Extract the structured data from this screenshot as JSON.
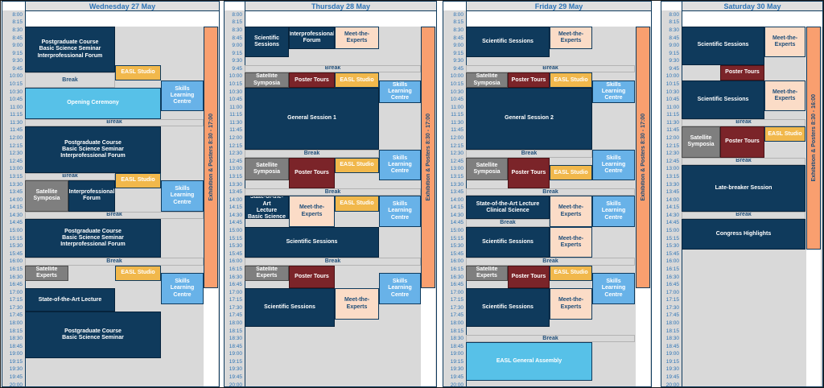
{
  "time_labels": [
    "8:00",
    "8:15",
    "8:30",
    "8:45",
    "9:00",
    "9:15",
    "9:30",
    "9:45",
    "10:00",
    "10:15",
    "10:30",
    "10:45",
    "11:00",
    "11:15",
    "11:30",
    "11:45",
    "12:00",
    "12:15",
    "12:30",
    "12:45",
    "13:00",
    "13:15",
    "13:30",
    "13:45",
    "14:00",
    "14:15",
    "14:30",
    "14:45",
    "15:00",
    "15:15",
    "15:30",
    "15:45",
    "16:00",
    "16:15",
    "16:30",
    "16:45",
    "17:00",
    "17:15",
    "17:30",
    "17:45",
    "18:00",
    "18:15",
    "18:30",
    "18:45",
    "19:00",
    "19:15",
    "19:30",
    "19:45",
    "20:00"
  ],
  "colors": {
    "session_navy": "#0f3a5c",
    "satellite_gray": "#7f7f7f",
    "poster_maroon": "#7b2429",
    "easl_gold": "#f1b84c",
    "skills_blue": "#68b2e8",
    "meet_experts_peach": "#fbdcc7",
    "ceremony_cyan": "#57c1e8",
    "exhibition_orange": "#f99f6f",
    "background_gray": "#d9d9d9",
    "text_blue": "#2e74b5",
    "text_navy": "#1f4e79"
  },
  "panels": [
    {
      "title": "Wednesday 27 May",
      "exhibition": {
        "label": "Exhibition & Posters 8:30 - 17:00",
        "start": "8:30",
        "end": "17:00"
      },
      "events": [
        {
          "label": "Postgraduate Course\nBasic Science Seminar\nInterprofessional Forum",
          "start": "8:30",
          "end": "10:00",
          "cols": [
            1,
            2
          ],
          "type": "session"
        },
        {
          "label": "EASL Studio",
          "start": "9:45",
          "end": "10:15",
          "cols": [
            3,
            3
          ],
          "type": "easl"
        },
        {
          "label": "Break",
          "start": "10:00",
          "end": "10:30",
          "cols": [
            1,
            2
          ],
          "type": "break"
        },
        {
          "label": "Skills Learning Centre",
          "start": "10:15",
          "end": "11:15",
          "cols": [
            4,
            4
          ],
          "type": "skills"
        },
        {
          "label": "Opening Ceremony",
          "start": "10:30",
          "end": "11:30",
          "cols": [
            1,
            3
          ],
          "type": "ceremony"
        },
        {
          "label": "Break",
          "start": "11:30",
          "end": "11:45",
          "cols": [
            1,
            4
          ],
          "type": "break"
        },
        {
          "label": "Postgraduate Course\nBasic Science Seminar\nInterprofessional Forum",
          "start": "11:45",
          "end": "13:15",
          "cols": [
            1,
            3
          ],
          "type": "session"
        },
        {
          "label": "Break",
          "start": "13:15",
          "end": "13:30",
          "cols": [
            1,
            2
          ],
          "type": "break"
        },
        {
          "label": "EASL Studio",
          "start": "13:15",
          "end": "13:45",
          "cols": [
            3,
            3
          ],
          "type": "easl"
        },
        {
          "label": "Satellite\nSymposia",
          "start": "13:30",
          "end": "14:30",
          "cols": [
            1,
            1
          ],
          "type": "satellite"
        },
        {
          "label": "Interprofessional\nForum",
          "start": "13:30",
          "end": "14:30",
          "cols": [
            2,
            2
          ],
          "type": "session"
        },
        {
          "label": "Skills Learning\nCentre",
          "start": "13:30",
          "end": "14:30",
          "cols": [
            4,
            4
          ],
          "type": "skills"
        },
        {
          "label": "Break",
          "start": "14:30",
          "end": "14:45",
          "cols": [
            1,
            4
          ],
          "type": "break"
        },
        {
          "label": "Postgraduate Course\nBasic Science Seminar\nInterprofessional Forum",
          "start": "14:45",
          "end": "16:00",
          "cols": [
            1,
            3
          ],
          "type": "session"
        },
        {
          "label": "Break",
          "start": "16:00",
          "end": "16:15",
          "cols": [
            1,
            4
          ],
          "type": "break"
        },
        {
          "label": "Satellite Experts",
          "start": "16:15",
          "end": "16:45",
          "cols": [
            1,
            1
          ],
          "type": "satellite"
        },
        {
          "label": "EASL Studio",
          "start": "16:15",
          "end": "16:45",
          "cols": [
            3,
            3
          ],
          "type": "easl"
        },
        {
          "label": "Skills Learning\nCentre",
          "start": "16:30",
          "end": "17:30",
          "cols": [
            4,
            4
          ],
          "type": "skills"
        },
        {
          "label": "State-of-the-Art Lecture",
          "start": "17:00",
          "end": "17:45",
          "cols": [
            1,
            2
          ],
          "type": "session"
        },
        {
          "label": "Postgraduate Course\nBasic Science Seminar",
          "start": "17:45",
          "end": "19:15",
          "cols": [
            1,
            3
          ],
          "type": "session"
        }
      ]
    },
    {
      "title": "Thursday 28 May",
      "exhibition": {
        "label": "Exhibition & Posters 8:30 - 17:00",
        "start": "8:30",
        "end": "17:00"
      },
      "events": [
        {
          "label": "Scientific\nSessions",
          "start": "8:30",
          "end": "9:30",
          "cols": [
            1,
            1
          ],
          "type": "session"
        },
        {
          "label": "Interprofessional\nForum",
          "start": "8:30",
          "end": "9:15",
          "cols": [
            2,
            2
          ],
          "type": "session"
        },
        {
          "label": "Meet-the-Experts",
          "start": "8:30",
          "end": "9:15",
          "cols": [
            3,
            3
          ],
          "type": "mte"
        },
        {
          "label": "Break",
          "start": "9:45",
          "end": "10:00",
          "cols": [
            1,
            4
          ],
          "type": "break"
        },
        {
          "label": "Satellite\nSymposia",
          "start": "10:00",
          "end": "10:30",
          "cols": [
            1,
            1
          ],
          "type": "satellite"
        },
        {
          "label": "Poster Tours",
          "start": "10:00",
          "end": "10:30",
          "cols": [
            2,
            2
          ],
          "type": "poster"
        },
        {
          "label": "EASL Studio",
          "start": "10:00",
          "end": "10:30",
          "cols": [
            3,
            3
          ],
          "type": "easl"
        },
        {
          "label": "Skills Learning\nCentre",
          "start": "10:15",
          "end": "11:00",
          "cols": [
            4,
            4
          ],
          "type": "skills"
        },
        {
          "label": "General Session 1",
          "start": "10:30",
          "end": "12:30",
          "cols": [
            1,
            3
          ],
          "type": "session"
        },
        {
          "label": "Break",
          "start": "12:30",
          "end": "12:45",
          "cols": [
            1,
            3
          ],
          "type": "break"
        },
        {
          "label": "Skills Learning\nCentre",
          "start": "12:30",
          "end": "13:30",
          "cols": [
            4,
            4
          ],
          "type": "skills"
        },
        {
          "label": "Satellite\nSymposia",
          "start": "12:45",
          "end": "13:30",
          "cols": [
            1,
            1
          ],
          "type": "satellite"
        },
        {
          "label": "Poster Tours",
          "start": "12:45",
          "end": "13:45",
          "cols": [
            2,
            2
          ],
          "type": "poster"
        },
        {
          "label": "EASL Studio",
          "start": "12:45",
          "end": "13:15",
          "cols": [
            3,
            3
          ],
          "type": "easl"
        },
        {
          "label": "Break",
          "start": "13:45",
          "end": "14:00",
          "cols": [
            1,
            4
          ],
          "type": "break"
        },
        {
          "label": "State-of-the-Art\nLecture\nBasic Science",
          "start": "14:00",
          "end": "14:45",
          "cols": [
            1,
            1
          ],
          "type": "session"
        },
        {
          "label": "Meet-the-Experts",
          "start": "14:00",
          "end": "15:00",
          "cols": [
            2,
            2
          ],
          "type": "mte"
        },
        {
          "label": "EASL Studio",
          "start": "14:00",
          "end": "14:30",
          "cols": [
            3,
            3
          ],
          "type": "easl"
        },
        {
          "label": "Skills Learning\nCentre",
          "start": "14:00",
          "end": "15:00",
          "cols": [
            4,
            4
          ],
          "type": "skills"
        },
        {
          "label": "Scientific Sessions",
          "start": "15:00",
          "end": "16:00",
          "cols": [
            1,
            3
          ],
          "type": "session"
        },
        {
          "label": "Break",
          "start": "16:00",
          "end": "16:15",
          "cols": [
            1,
            4
          ],
          "type": "break"
        },
        {
          "label": "Satellite Experts",
          "start": "16:15",
          "end": "16:45",
          "cols": [
            1,
            1
          ],
          "type": "satellite"
        },
        {
          "label": "Poster Tours",
          "start": "16:15",
          "end": "17:00",
          "cols": [
            2,
            2
          ],
          "type": "poster"
        },
        {
          "label": "Skills Learning\nCentre",
          "start": "16:30",
          "end": "17:30",
          "cols": [
            4,
            4
          ],
          "type": "skills"
        },
        {
          "label": "Scientific Sessions",
          "start": "17:00",
          "end": "18:15",
          "cols": [
            1,
            2
          ],
          "type": "session"
        },
        {
          "label": "Meet-the-Experts",
          "start": "17:00",
          "end": "18:00",
          "cols": [
            3,
            3
          ],
          "type": "mte"
        }
      ]
    },
    {
      "title": "Friday 29 May",
      "exhibition": {
        "label": "Exhibition & Posters 8:30 - 17:00",
        "start": "8:30",
        "end": "17:00"
      },
      "events": [
        {
          "label": "Scientific Sessions",
          "start": "8:30",
          "end": "9:30",
          "cols": [
            1,
            2
          ],
          "type": "session"
        },
        {
          "label": "Meet-the-\nExperts",
          "start": "8:30",
          "end": "9:15",
          "cols": [
            3,
            3
          ],
          "type": "mte"
        },
        {
          "label": "Break",
          "start": "9:45",
          "end": "10:00",
          "cols": [
            1,
            4
          ],
          "type": "break"
        },
        {
          "label": "Satellite\nSymposia",
          "start": "10:00",
          "end": "10:30",
          "cols": [
            1,
            1
          ],
          "type": "satellite"
        },
        {
          "label": "Poster Tours",
          "start": "10:00",
          "end": "10:30",
          "cols": [
            2,
            2
          ],
          "type": "poster"
        },
        {
          "label": "EASL Studio",
          "start": "10:00",
          "end": "10:30",
          "cols": [
            3,
            3
          ],
          "type": "easl"
        },
        {
          "label": "Skills Learning\nCentre",
          "start": "10:15",
          "end": "11:00",
          "cols": [
            4,
            4
          ],
          "type": "skills"
        },
        {
          "label": "General Session 2",
          "start": "10:30",
          "end": "12:30",
          "cols": [
            1,
            3
          ],
          "type": "session"
        },
        {
          "label": "Break",
          "start": "12:30",
          "end": "12:45",
          "cols": [
            1,
            3
          ],
          "type": "break"
        },
        {
          "label": "Skills Learning\nCentre",
          "start": "12:30",
          "end": "13:30",
          "cols": [
            4,
            4
          ],
          "type": "skills"
        },
        {
          "label": "Satellite\nSymposia",
          "start": "12:45",
          "end": "13:30",
          "cols": [
            1,
            1
          ],
          "type": "satellite"
        },
        {
          "label": "Poster Tours",
          "start": "12:45",
          "end": "13:45",
          "cols": [
            2,
            2
          ],
          "type": "poster"
        },
        {
          "label": "EASL Studio",
          "start": "13:00",
          "end": "13:30",
          "cols": [
            3,
            3
          ],
          "type": "easl"
        },
        {
          "label": "Break",
          "start": "13:45",
          "end": "14:00",
          "cols": [
            1,
            4
          ],
          "type": "break"
        },
        {
          "label": "State-of-the-Art Lecture\nClinical Science",
          "start": "14:00",
          "end": "14:45",
          "cols": [
            1,
            2
          ],
          "type": "session"
        },
        {
          "label": "Meet-the-\nExperts",
          "start": "14:00",
          "end": "15:00",
          "cols": [
            3,
            3
          ],
          "type": "mte"
        },
        {
          "label": "Skills Learning\nCentre",
          "start": "14:00",
          "end": "15:00",
          "cols": [
            4,
            4
          ],
          "type": "skills"
        },
        {
          "label": "Break",
          "start": "14:45",
          "end": "15:00",
          "cols": [
            1,
            2
          ],
          "type": "break"
        },
        {
          "label": "Scientific Sessions",
          "start": "15:00",
          "end": "16:00",
          "cols": [
            1,
            2
          ],
          "type": "session"
        },
        {
          "label": "Meet-the-\nExperts",
          "start": "15:00",
          "end": "16:00",
          "cols": [
            3,
            3
          ],
          "type": "mte"
        },
        {
          "label": "Break",
          "start": "16:00",
          "end": "16:15",
          "cols": [
            1,
            4
          ],
          "type": "break"
        },
        {
          "label": "Satellite Experts",
          "start": "16:15",
          "end": "16:45",
          "cols": [
            1,
            1
          ],
          "type": "satellite"
        },
        {
          "label": "Poster Tours",
          "start": "16:15",
          "end": "17:00",
          "cols": [
            2,
            2
          ],
          "type": "poster"
        },
        {
          "label": "EASL Studio",
          "start": "16:15",
          "end": "16:45",
          "cols": [
            3,
            3
          ],
          "type": "easl"
        },
        {
          "label": "Skills Learning\nCentre",
          "start": "16:30",
          "end": "17:30",
          "cols": [
            4,
            4
          ],
          "type": "skills"
        },
        {
          "label": "Scientific Sessions",
          "start": "17:00",
          "end": "18:15",
          "cols": [
            1,
            2
          ],
          "type": "session"
        },
        {
          "label": "Meet-the-\nExperts",
          "start": "17:00",
          "end": "18:00",
          "cols": [
            3,
            3
          ],
          "type": "mte"
        },
        {
          "label": "Break",
          "start": "18:30",
          "end": "18:45",
          "cols": [
            1,
            4
          ],
          "type": "break"
        },
        {
          "label": "EASL General Assembly",
          "start": "18:45",
          "end": "20:00",
          "cols": [
            1,
            3
          ],
          "type": "ceremony"
        }
      ]
    },
    {
      "title": "Saturday 30 May",
      "exhibition": {
        "label": "Exhibition & Posters 8:30 - 16:00",
        "start": "8:30",
        "end": "15:45"
      },
      "events": [
        {
          "label": "Scientific Sessions",
          "start": "8:30",
          "end": "9:45",
          "cols": [
            1,
            2
          ],
          "type": "session"
        },
        {
          "label": "Meet-the-\nExperts",
          "start": "8:30",
          "end": "9:30",
          "cols": [
            3,
            3
          ],
          "type": "mte"
        },
        {
          "label": "Poster Tours",
          "start": "9:45",
          "end": "10:15",
          "cols": [
            2,
            2
          ],
          "type": "poster"
        },
        {
          "label": "Scientific Sessions",
          "start": "10:15",
          "end": "11:30",
          "cols": [
            1,
            2
          ],
          "type": "session"
        },
        {
          "label": "Meet-the-\nExperts",
          "start": "10:15",
          "end": "11:15",
          "cols": [
            3,
            3
          ],
          "type": "mte"
        },
        {
          "label": "Break",
          "start": "11:30",
          "end": "11:45",
          "cols": [
            1,
            3
          ],
          "type": "break"
        },
        {
          "label": "Satellite\nSymposia",
          "start": "11:45",
          "end": "12:45",
          "cols": [
            1,
            1
          ],
          "type": "satellite"
        },
        {
          "label": "Poster Tours",
          "start": "11:45",
          "end": "12:45",
          "cols": [
            2,
            2
          ],
          "type": "poster"
        },
        {
          "label": "EASL Studio",
          "start": "11:45",
          "end": "12:15",
          "cols": [
            3,
            3
          ],
          "type": "easl"
        },
        {
          "label": "Break",
          "start": "12:45",
          "end": "13:00",
          "cols": [
            1,
            3
          ],
          "type": "break"
        },
        {
          "label": "Late-breaker Session",
          "start": "13:00",
          "end": "14:30",
          "cols": [
            1,
            3
          ],
          "type": "session"
        },
        {
          "label": "Break",
          "start": "14:30",
          "end": "14:45",
          "cols": [
            1,
            3
          ],
          "type": "break"
        },
        {
          "label": "Congress Highlights",
          "start": "14:45",
          "end": "15:45",
          "cols": [
            1,
            3
          ],
          "type": "session"
        }
      ]
    }
  ]
}
